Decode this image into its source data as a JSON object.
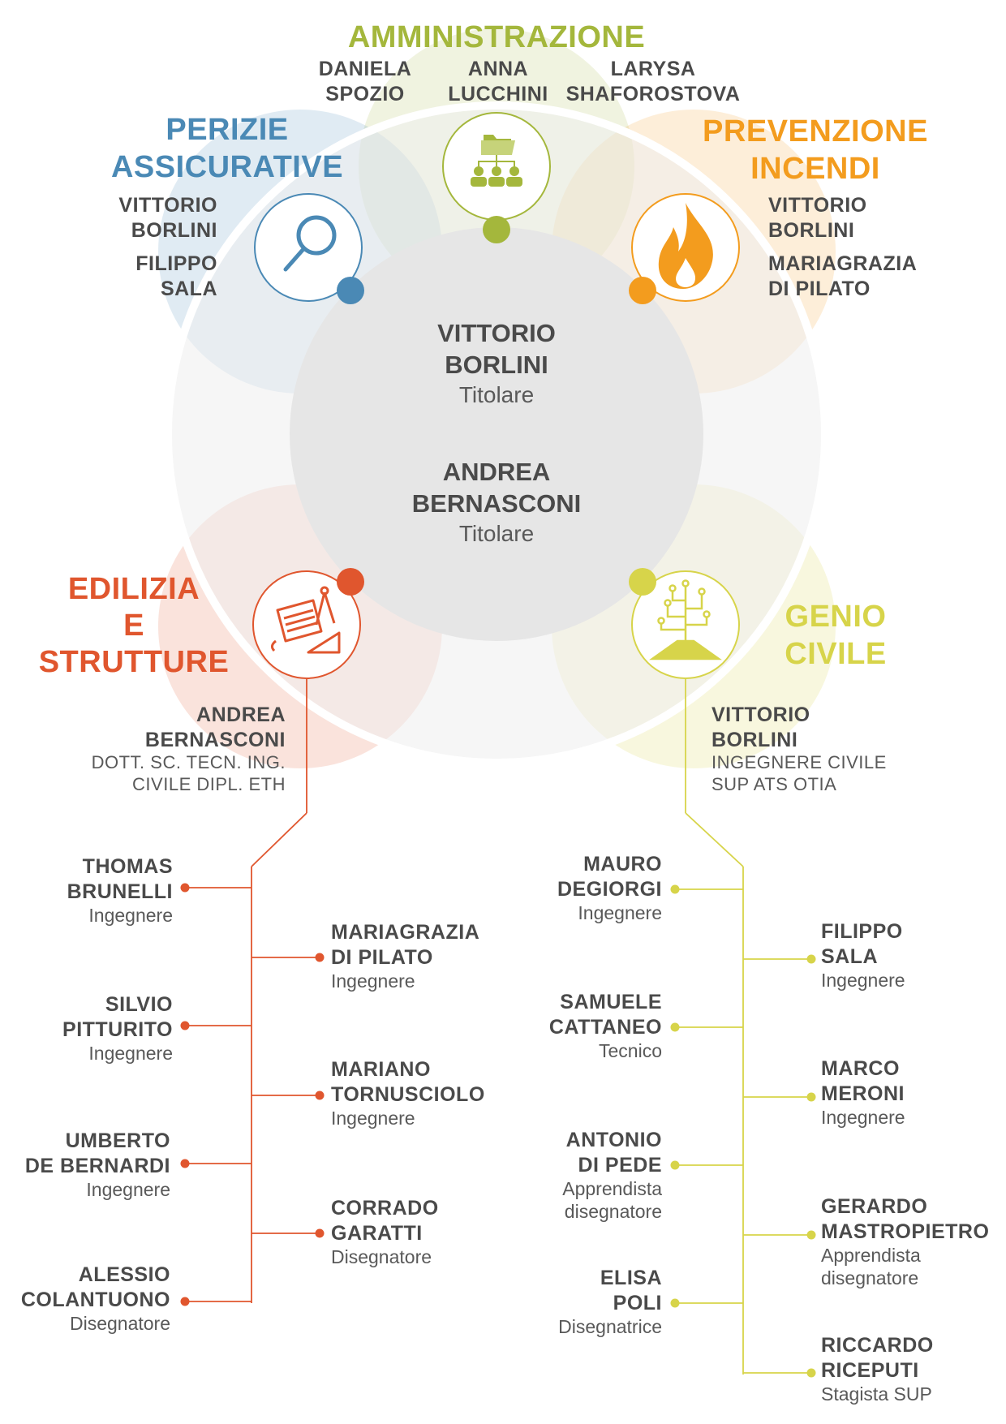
{
  "colors": {
    "amministrazione": "#a4b73c",
    "perizie": "#4a89b5",
    "prevenzione": "#f39c1e",
    "edilizia": "#e0562e",
    "genio": "#d7d44a",
    "text": "#4a4a4a"
  },
  "icons": {
    "amministrazione": "folder-hierarchy-icon",
    "perizie": "magnifier-icon",
    "prevenzione": "flame-icon",
    "edilizia": "blueprint-tools-icon",
    "genio": "circuit-tree-icon"
  },
  "center": {
    "p1": {
      "name1": "VITTORIO",
      "name2": "BORLINI",
      "role": "Titolare"
    },
    "p2": {
      "name1": "ANDREA",
      "name2": "BERNASCONI",
      "role": "Titolare"
    }
  },
  "amministrazione": {
    "title": "AMMINISTRAZIONE",
    "m1": {
      "l1": "DANIELA",
      "l2": "SPOZIO"
    },
    "m2": {
      "l1": "ANNA",
      "l2": "LUCCHINI"
    },
    "m3": {
      "l1": "LARYSA",
      "l2": "SHAFOROSTOVA"
    }
  },
  "perizie": {
    "title1": "PERIZIE",
    "title2": "ASSICURATIVE",
    "m1": {
      "l1": "VITTORIO",
      "l2": "BORLINI"
    },
    "m2": {
      "l1": "FILIPPO",
      "l2": "SALA"
    }
  },
  "prevenzione": {
    "title1": "PREVENZIONE",
    "title2": "INCENDI",
    "m1": {
      "l1": "VITTORIO",
      "l2": "BORLINI"
    },
    "m2": {
      "l1": "MARIAGRAZIA",
      "l2": "DI PILATO"
    }
  },
  "edilizia": {
    "title1": "EDILIZIA",
    "title2": "E",
    "title3": "STRUTTURE",
    "head": {
      "l1": "ANDREA",
      "l2": "BERNASCONI",
      "c1": "DOTT. SC. TECN. ING.",
      "c2": "CIVILE DIPL. ETH"
    },
    "left": [
      {
        "l1": "THOMAS",
        "l2": "BRUNELLI",
        "role": "Ingegnere"
      },
      {
        "l1": "SILVIO",
        "l2": "PITTURITO",
        "role": "Ingegnere"
      },
      {
        "l1": "UMBERTO",
        "l2": "DE BERNARDI",
        "role": "Ingegnere"
      },
      {
        "l1": "ALESSIO",
        "l2": "COLANTUONO",
        "role": "Disegnatore"
      }
    ],
    "right": [
      {
        "l1": "MARIAGRAZIA",
        "l2": "DI PILATO",
        "role": "Ingegnere"
      },
      {
        "l1": "MARIANO",
        "l2": "TORNUSCIOLO",
        "role": "Ingegnere"
      },
      {
        "l1": "CORRADO",
        "l2": "GARATTI",
        "role": "Disegnatore"
      }
    ]
  },
  "genio": {
    "title1": "GENIO",
    "title2": "CIVILE",
    "head": {
      "l1": "VITTORIO",
      "l2": "BORLINI",
      "c1": "INGEGNERE CIVILE",
      "c2": "SUP ATS OTIA"
    },
    "left": [
      {
        "l1": "MAURO",
        "l2": "DEGIORGI",
        "role1": "Ingegnere",
        "role2": ""
      },
      {
        "l1": "SAMUELE",
        "l2": "CATTANEO",
        "role1": "Tecnico",
        "role2": ""
      },
      {
        "l1": "ANTONIO",
        "l2": "DI PEDE",
        "role1": "Apprendista",
        "role2": "disegnatore"
      },
      {
        "l1": "ELISA",
        "l2": "POLI",
        "role1": "Disegnatrice",
        "role2": ""
      }
    ],
    "right": [
      {
        "l1": "FILIPPO",
        "l2": "SALA",
        "role1": "Ingegnere",
        "role2": ""
      },
      {
        "l1": "MARCO",
        "l2": "MERONI",
        "role1": "Ingegnere",
        "role2": ""
      },
      {
        "l1": "GERARDO",
        "l2": "MASTROPIETRO",
        "role1": "Apprendista",
        "role2": "disegnatore"
      },
      {
        "l1": "RICCARDO",
        "l2": "RICEPUTI",
        "role1": "Stagista SUP",
        "role2": ""
      }
    ]
  }
}
